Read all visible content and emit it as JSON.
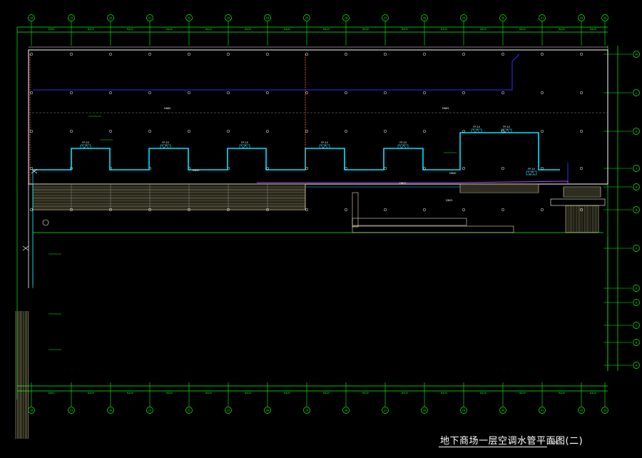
{
  "drawing": {
    "title": "地下商场一层空调水管平面图(二)",
    "scale": "1:100",
    "background_color": "#000000",
    "colors": {
      "grid": "#00ff00",
      "wall": "#ffffff",
      "chilled_water": "#00e5ff",
      "condensate": "#2d2dff",
      "supply_riser": "#ff5a3c",
      "refrigerant": "#b040ff",
      "hatch": "#e9e3a0",
      "dashed_axis": "#8a8a8a"
    },
    "axis_columns": [
      {
        "label": "18",
        "interactable": true
      },
      {
        "label": "19",
        "interactable": true
      },
      {
        "label": "20",
        "interactable": true
      },
      {
        "label": "21",
        "interactable": true
      },
      {
        "label": "22",
        "interactable": true
      },
      {
        "label": "23",
        "interactable": true
      },
      {
        "label": "24",
        "interactable": true
      },
      {
        "label": "25",
        "interactable": true
      },
      {
        "label": "26",
        "interactable": true
      },
      {
        "label": "27",
        "interactable": true
      },
      {
        "label": "28",
        "interactable": true
      },
      {
        "label": "29",
        "interactable": true
      },
      {
        "label": "30",
        "interactable": true
      },
      {
        "label": "31",
        "interactable": true
      },
      {
        "label": "32",
        "interactable": true
      },
      {
        "label": "33",
        "interactable": true
      }
    ],
    "axis_rows": [
      "A",
      "B",
      "C",
      "D",
      "E",
      "F",
      "G",
      "H",
      "J",
      "K",
      "L",
      "M"
    ],
    "span_dims": [
      "8400",
      "8400",
      "8400",
      "8400",
      "8400",
      "8400",
      "8400",
      "8400",
      "8400",
      "8400",
      "8400",
      "8400",
      "8400",
      "8400",
      "8400"
    ],
    "fan_coil_units": [
      "FP-10",
      "FP-10",
      "FP-10",
      "FP-10",
      "FP-10",
      "FP-10",
      "FP-10",
      "FP-10"
    ],
    "pipe_labels": [
      "DN80",
      "DN65",
      "DN50",
      "DN40",
      "DN32",
      "DN25"
    ]
  }
}
